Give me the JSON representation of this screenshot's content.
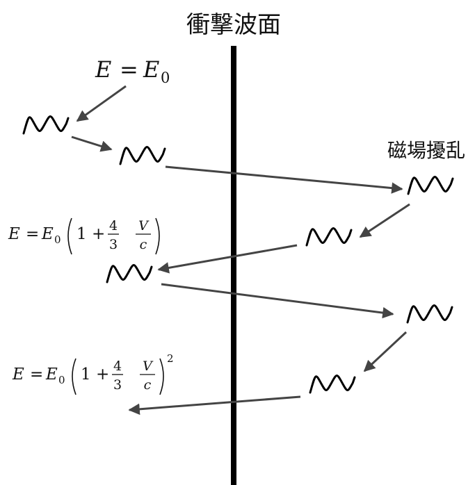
{
  "shock_front_label": "衝撃波面",
  "magnetic_label": "磁場擾乱",
  "energy_labels": {
    "initial": {
      "lhs": "E",
      "eq": "=",
      "rhs": "E",
      "sub": "0"
    },
    "after_one_cycle": {
      "lhs": "E",
      "eq": "=",
      "rhs": "E",
      "sub": "0",
      "one": "1",
      "plus": "+",
      "frac1_num": "4",
      "frac1_den": "3",
      "frac2_num": "V",
      "frac2_den": "c"
    },
    "after_two_cycles": {
      "lhs": "E",
      "eq": "=",
      "rhs": "E",
      "sub": "0",
      "one": "1",
      "plus": "+",
      "frac1_num": "4",
      "frac1_den": "3",
      "frac2_num": "V",
      "frac2_den": "c",
      "power": "2"
    }
  },
  "colors": {
    "wave": "#000000",
    "arrow": "#444444",
    "shock_front": "#000000"
  }
}
